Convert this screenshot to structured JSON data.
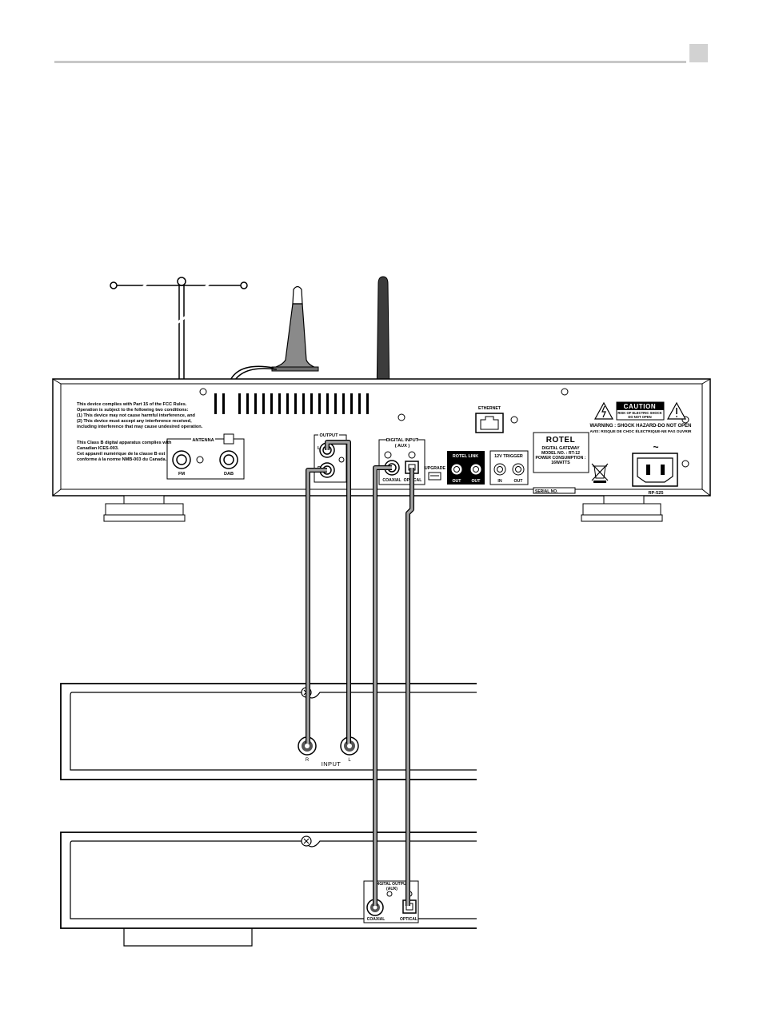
{
  "labels": {
    "fcc_notice": [
      "This device complies with Part 15 of the FCC Rules.",
      "Operation is subject to the following two conditions:",
      "(1) This device may not cause harmful interference, and",
      "(2) This device must accept any interference received,",
      "including interference that may cause undesired operation."
    ],
    "canada_notice": [
      "This Class B digital apparatus complies with",
      "Canadian ICES-003.",
      "Cet appareil numérique de la classe B est",
      "conforme à la norme NMB-003 du Canada."
    ],
    "antenna": "ANTENNA",
    "fm": "FM",
    "dab": "DAB",
    "output": "OUTPUT",
    "output_l": "L",
    "output_r": "R",
    "digital_input": "DIGITAL INPUT",
    "aux": "( AUX )",
    "coaxial": "COAXIAL",
    "optical": "OPTICAL",
    "upgrade": "UPGRADE",
    "ethernet": "ETHERNET",
    "rotel_link": "ROTEL LINK",
    "rotel_link_out1": "OUT",
    "rotel_link_out2": "OUT",
    "trigger": "12V TRIGGER",
    "trigger_in": "IN",
    "trigger_out": "OUT",
    "brand": "ROTEL",
    "rating": [
      "DIGITAL GATEWAY",
      "MODEL NO. : RT-12",
      "POWER CONSUMPTION :",
      "16WATTS"
    ],
    "serial": "SERIAL NO.",
    "caution": "CAUTION",
    "caution_sub": [
      "RISK OF ELECTRIC SHOCK",
      "DO NOT OPEN"
    ],
    "warning": "WARNING : SHOCK HAZARD-DO NOT OPEN",
    "avis": "AVIS: RISQUE DE CHOC ÉLECTRIQUE-NE PAS OUVRIR",
    "ac_symbol": "~",
    "model_code": "RP-525",
    "amp_input": "INPUT",
    "amp_r": "R",
    "amp_l": "L",
    "dac_output": "DIGITAL OUTPUT",
    "dac_aux": "(AUX)",
    "dac_coaxial": "COAXIAL",
    "dac_optical": "OPTICAL"
  },
  "colors": {
    "line": "#000000",
    "cable": "#a3a3a3",
    "page_rule": "#c8c8c8",
    "page_tab": "#d2d2d2"
  }
}
